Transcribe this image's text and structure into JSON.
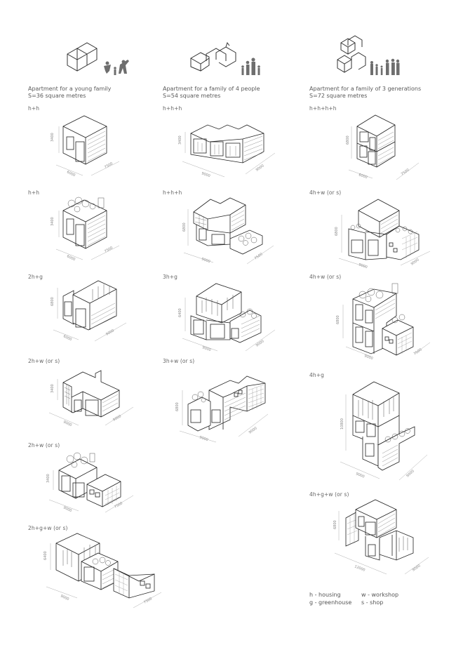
{
  "columns": [
    {
      "title_line1": "Apartment for a young family",
      "title_line2": "S=36 square metres",
      "icon": "two-module-block-with-family-silhouette-icon",
      "modules": 2
    },
    {
      "title_line1": "Apartment for a family of 4 people",
      "title_line2": "S=54 square metres",
      "icon": "three-module-block-with-family-silhouette-icon",
      "modules": 3
    },
    {
      "title_line1": "Apartment for a family of 3 generations",
      "title_line2": "S=72 square metres",
      "icon": "four-module-block-with-family-silhouette-icon",
      "modules": 4
    }
  ],
  "variants": {
    "col1": [
      {
        "label": "h+h",
        "height": "3400",
        "width": "6000",
        "depth": "7500"
      },
      {
        "label": "h+h",
        "height": "3400",
        "width": "6000",
        "depth": "7500"
      },
      {
        "label": "2h+g",
        "height": "6800",
        "width": "6000",
        "depth": "9000"
      },
      {
        "label": "2h+w (or s)",
        "height": "3400",
        "width": "9000",
        "depth": "9000"
      },
      {
        "label": "2h+w (or s)",
        "height": "3400",
        "width": "9000",
        "depth": "7500"
      },
      {
        "label": "2h+g+w (or s)",
        "height": "6400",
        "width": "9000",
        "depth": "7500"
      }
    ],
    "col2": [
      {
        "label": "h+h+h",
        "height": "3400",
        "width": "9000",
        "depth": "9000"
      },
      {
        "label": "h+h+h",
        "height": "6800",
        "width": "9000",
        "depth": "7500"
      },
      {
        "label": "3h+g",
        "height": "6400",
        "width": "9000",
        "depth": "9000"
      },
      {
        "label": "3h+w (or s)",
        "height": "6800",
        "width": "9000",
        "depth": "9000"
      }
    ],
    "col3": [
      {
        "label": "h+h+h+h",
        "height": "6800",
        "width": "6000",
        "depth": "7500"
      },
      {
        "label": "4h+w (or s)",
        "height": "6800",
        "width": "9000",
        "depth": "9000"
      },
      {
        "label": "4h+w (or s)",
        "height": "6800",
        "width": "9000",
        "depth": "7500"
      },
      {
        "label": "4h+g",
        "height": "10800",
        "width": "9000",
        "depth": "9000"
      },
      {
        "label": "4h+g+w (or s)",
        "height": "6800",
        "width": "12000",
        "depth": "9000"
      }
    ]
  },
  "legend": {
    "h": "h - housing",
    "g": "g - greenhouse",
    "w": "w - workshop",
    "s": "s - shop"
  },
  "colors": {
    "line": "#222222",
    "text": "#5a5a5a",
    "dim": "#888888",
    "silhouette": "#6e6e6e"
  }
}
